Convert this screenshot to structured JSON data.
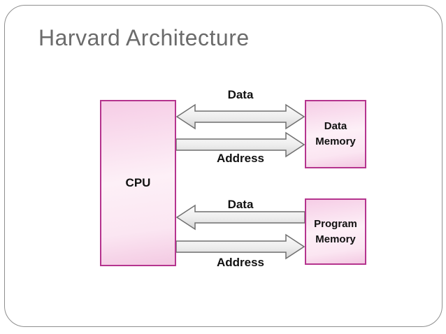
{
  "slide": {
    "title": "Harvard Architecture"
  },
  "diagram": {
    "cpu": {
      "label": "CPU"
    },
    "data_memory": {
      "lines": [
        "Data",
        "Memory"
      ]
    },
    "program_memory": {
      "lines": [
        "Program",
        "Memory"
      ]
    },
    "buses": {
      "data_memory_data": {
        "label": "Data",
        "direction": "bidirectional"
      },
      "data_memory_address": {
        "label": "Address",
        "direction": "cpu-to-data-memory"
      },
      "program_memory_data": {
        "label": "Data",
        "direction": "program-memory-to-cpu"
      },
      "program_memory_address": {
        "label": "Address",
        "direction": "cpu-to-program-memory"
      }
    },
    "colors": {
      "box-border": "#b5348e",
      "box-fill-top": "#f6cde6",
      "box-fill-mid": "#fdf0f7",
      "box-fill-bottom": "#f3c9e2",
      "arrow-outline": "#6f6f6f",
      "title": "#6b6b6b",
      "frame-border": "#8f8f8f",
      "label": "#111111"
    }
  }
}
